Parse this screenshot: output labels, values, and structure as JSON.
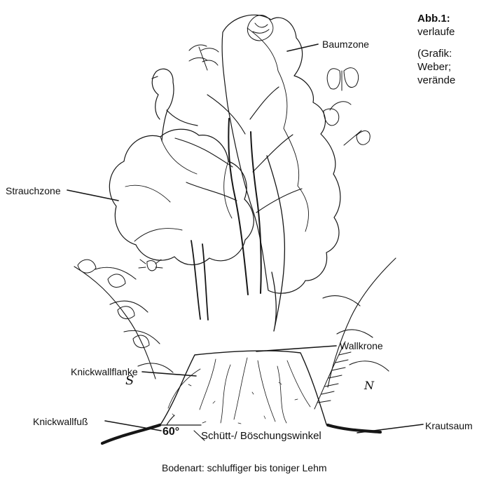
{
  "caption": {
    "figure_number": "Abb.1:",
    "line_1_rest": "",
    "line_2": "verlaufe",
    "line_3": "(Grafik:",
    "line_4": "Weber;",
    "line_5": "verände"
  },
  "labels": {
    "baumzone": "Baumzone",
    "strauchzone": "Strauchzone",
    "wallkrone": "Wallkrone",
    "knickwallflanke": "Knickwallflanke",
    "knickwallfuss": "Knickwallfuß",
    "krautsaum": "Krautsaum",
    "boeschungswinkel": "Schütt-/ Böschungswinkel",
    "bodenart": "Bodenart: schluffiger bis toniger Lehm"
  },
  "marks": {
    "south": "S",
    "north": "N",
    "angle": "60°"
  }
}
